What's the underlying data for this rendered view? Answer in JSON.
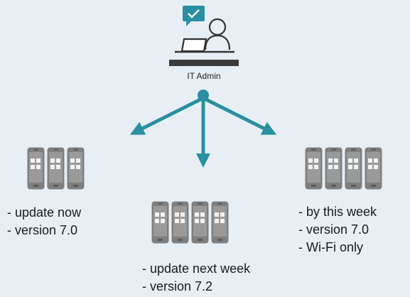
{
  "admin": {
    "label": "IT Admin",
    "icon": "it-admin-laptop-icon",
    "accent_color": "#2a8fa0"
  },
  "groups": [
    {
      "id": "left",
      "device_count": 3,
      "lines": [
        "- update now",
        "- version 7.0"
      ]
    },
    {
      "id": "center",
      "device_count": 4,
      "lines": [
        "- update next week",
        "- version 7.2"
      ]
    },
    {
      "id": "right",
      "device_count": 4,
      "lines": [
        "- by this week",
        "- version 7.0",
        "- Wi-Fi only"
      ]
    }
  ],
  "colors": {
    "background": "#e7eff5",
    "arrow": "#2a8fa0",
    "device": "#7f7f7f",
    "text": "#1a1a1a"
  }
}
